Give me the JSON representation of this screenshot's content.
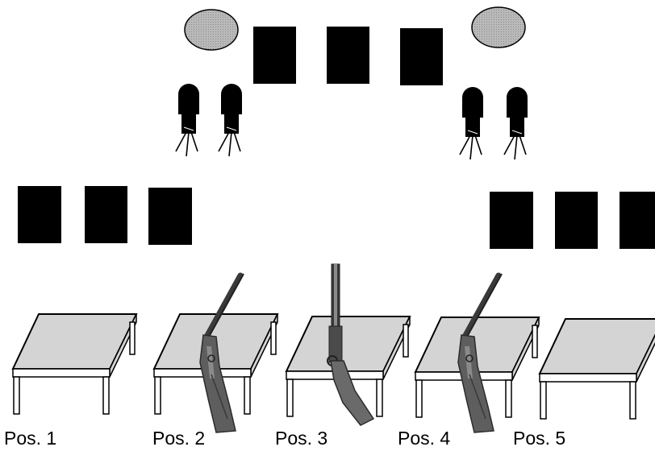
{
  "colors": {
    "panel": "#000000",
    "ellipse": "#b5b5b5",
    "table_top": "#d4d4d4",
    "table_leg": "#ffffff",
    "rifle_stock": "#6a6a6a",
    "rifle_barrel": "#3a3a3a"
  },
  "icons": {
    "ellipse": "ellipse-icon",
    "panel": "panel-icon",
    "speaker": "speaker-on-tripod-icon",
    "table": "table-icon",
    "rifle": "rifle-icon"
  },
  "positions": [
    {
      "label": "Pos. 1"
    },
    {
      "label": "Pos. 2"
    },
    {
      "label": "Pos. 3"
    },
    {
      "label": "Pos. 4"
    },
    {
      "label": "Pos. 5"
    }
  ]
}
